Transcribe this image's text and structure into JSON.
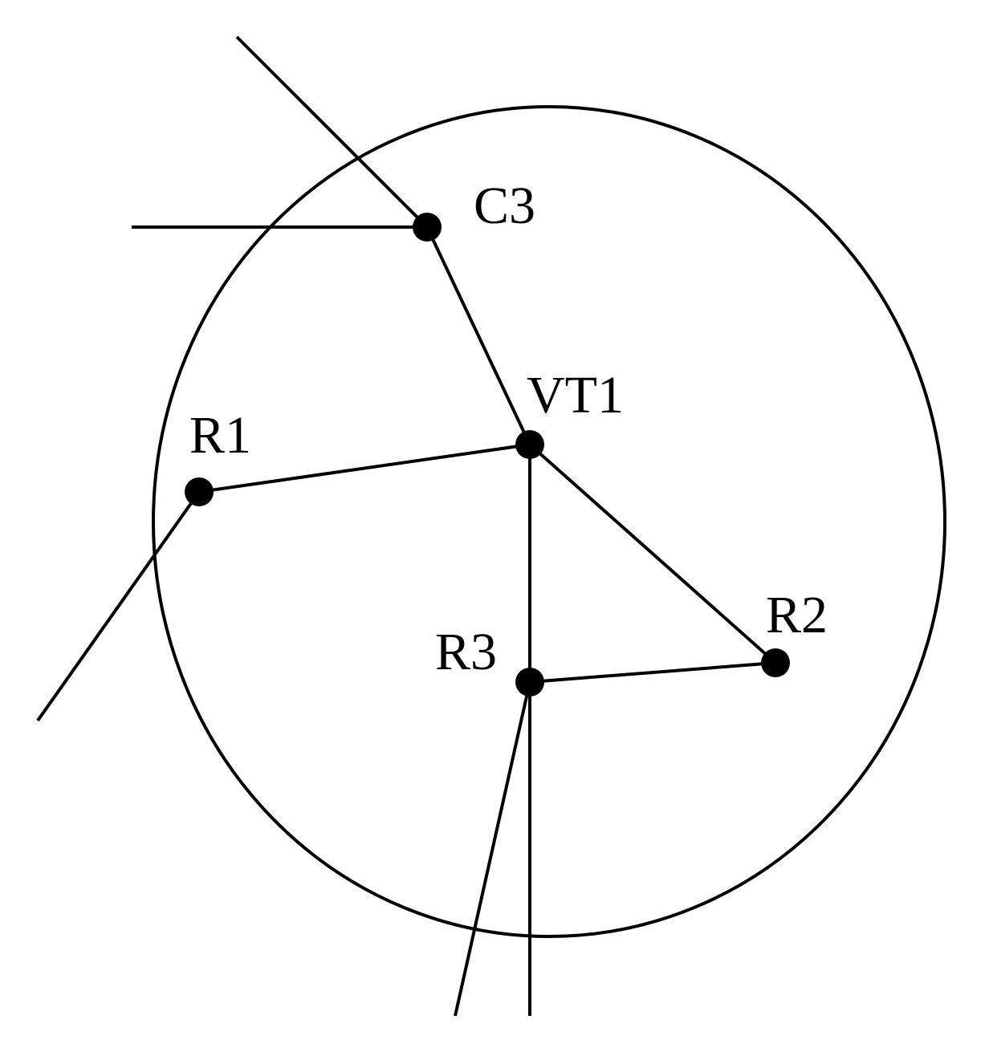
{
  "colors": {
    "stroke": "#000000",
    "background": "#ffffff"
  },
  "nodes": [
    {
      "id": "C3",
      "label": "C3"
    },
    {
      "id": "VT1",
      "label": "VT1"
    },
    {
      "id": "R1",
      "label": "R1"
    },
    {
      "id": "R2",
      "label": "R2"
    },
    {
      "id": "R3",
      "label": "R3"
    }
  ],
  "edges": [
    {
      "from": "C3",
      "to": "VT1"
    },
    {
      "from": "VT1",
      "to": "R1"
    },
    {
      "from": "VT1",
      "to": "R2"
    },
    {
      "from": "VT1",
      "to": "R3"
    },
    {
      "from": "R3",
      "to": "R2"
    }
  ]
}
